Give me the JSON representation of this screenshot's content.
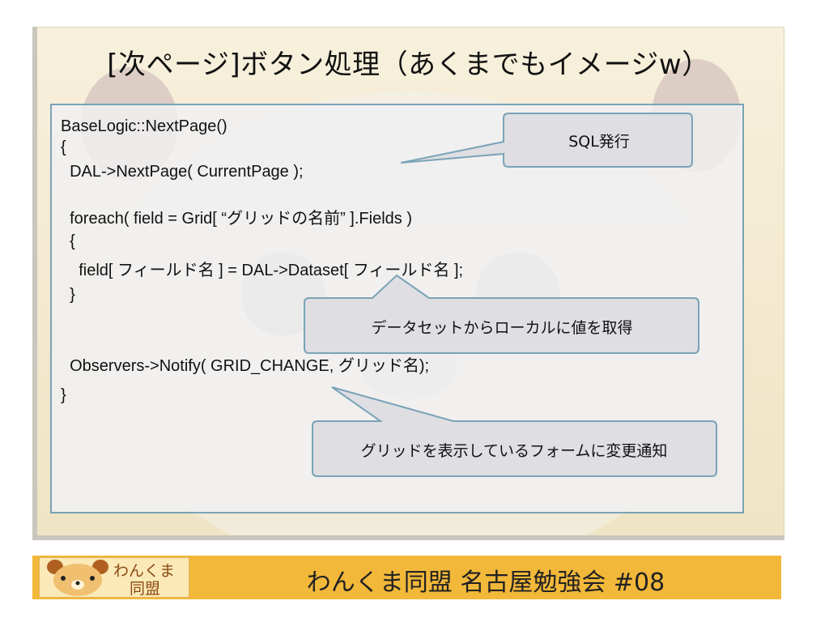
{
  "slide": {
    "title": "[次ページ]ボタン処理（あくまでもイメージw）"
  },
  "code": {
    "lines": [
      "BaseLogic::NextPage()",
      "{",
      "  DAL->NextPage( CurrentPage );",
      "",
      "  foreach( field = Grid[ “グリッドの名前” ].Fields )",
      "  {",
      "    field[ フィールド名 ] = DAL->Dataset[ フィールド名 ];",
      "  }",
      "",
      "",
      "  Observers->Notify( GRID_CHANGE, グリッド名);",
      "}"
    ]
  },
  "callouts": {
    "sql": "SQL発行",
    "dataset": "データセットからローカルに値を取得",
    "notify": "グリッドを表示しているフォームに変更通知"
  },
  "footer": {
    "text": "わんくま同盟 名古屋勉強会 #08",
    "logo_top": "わんくま",
    "logo_bottom": "同盟"
  },
  "colors": {
    "footer_bar": "#f2b83a",
    "code_border": "#7aa3b6",
    "callout_border": "#7aa3b6"
  }
}
